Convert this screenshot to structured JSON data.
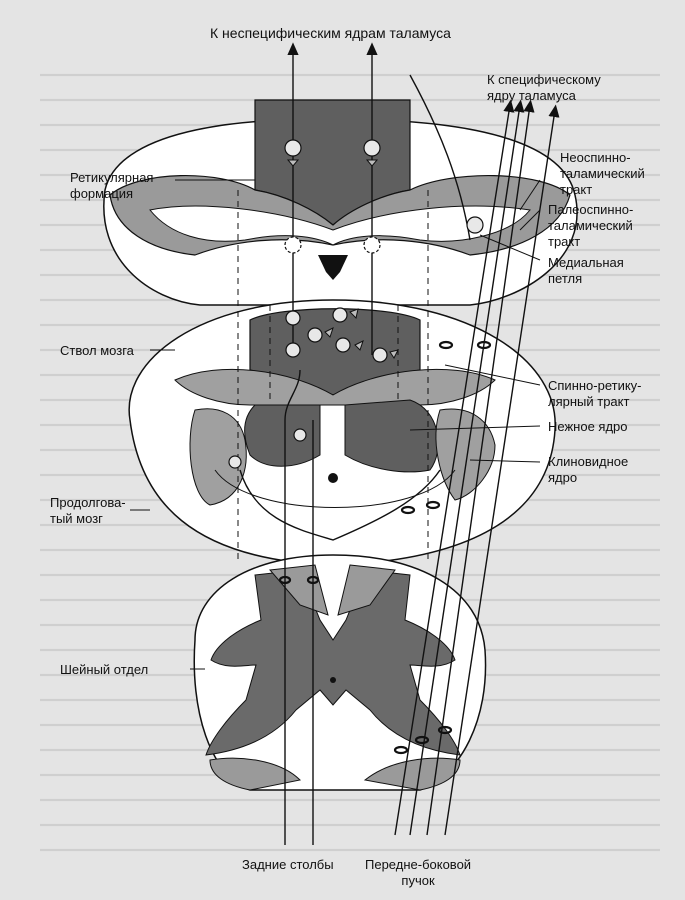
{
  "labels": {
    "top_title": "К неспецифическим ядрам таламуса",
    "specific_nucleus": "К специфическому\nядру таламуса",
    "neospinothalamic": "Неоспинно-\nталамический\nтракт",
    "paleospinothalamic": "Палеоспинно-\nталамический\nтракт",
    "medial_lemniscus": "Медиальная\nпетля",
    "reticular_formation": "Ретикулярная\nформация",
    "brainstem": "Ствол мозга",
    "spinoreticular": "Спинно-ретику-\nлярный тракт",
    "gracile_nucleus": "Нежное ядро",
    "cuneate_nucleus": "Клиновидное\nядро",
    "medulla": "Продолгова-\nтый мозг",
    "cervical": "Шейный отдел",
    "dorsal_columns": "Задние столбы",
    "anterolateral": "Передне-боковой\nпучок"
  },
  "colors": {
    "background": "#e4e4e4",
    "dark_gray": "#5a5a5a",
    "mid_gray": "#8a8a8a",
    "light_gray": "#b9b9b9",
    "white": "#ffffff",
    "line": "#111111"
  }
}
